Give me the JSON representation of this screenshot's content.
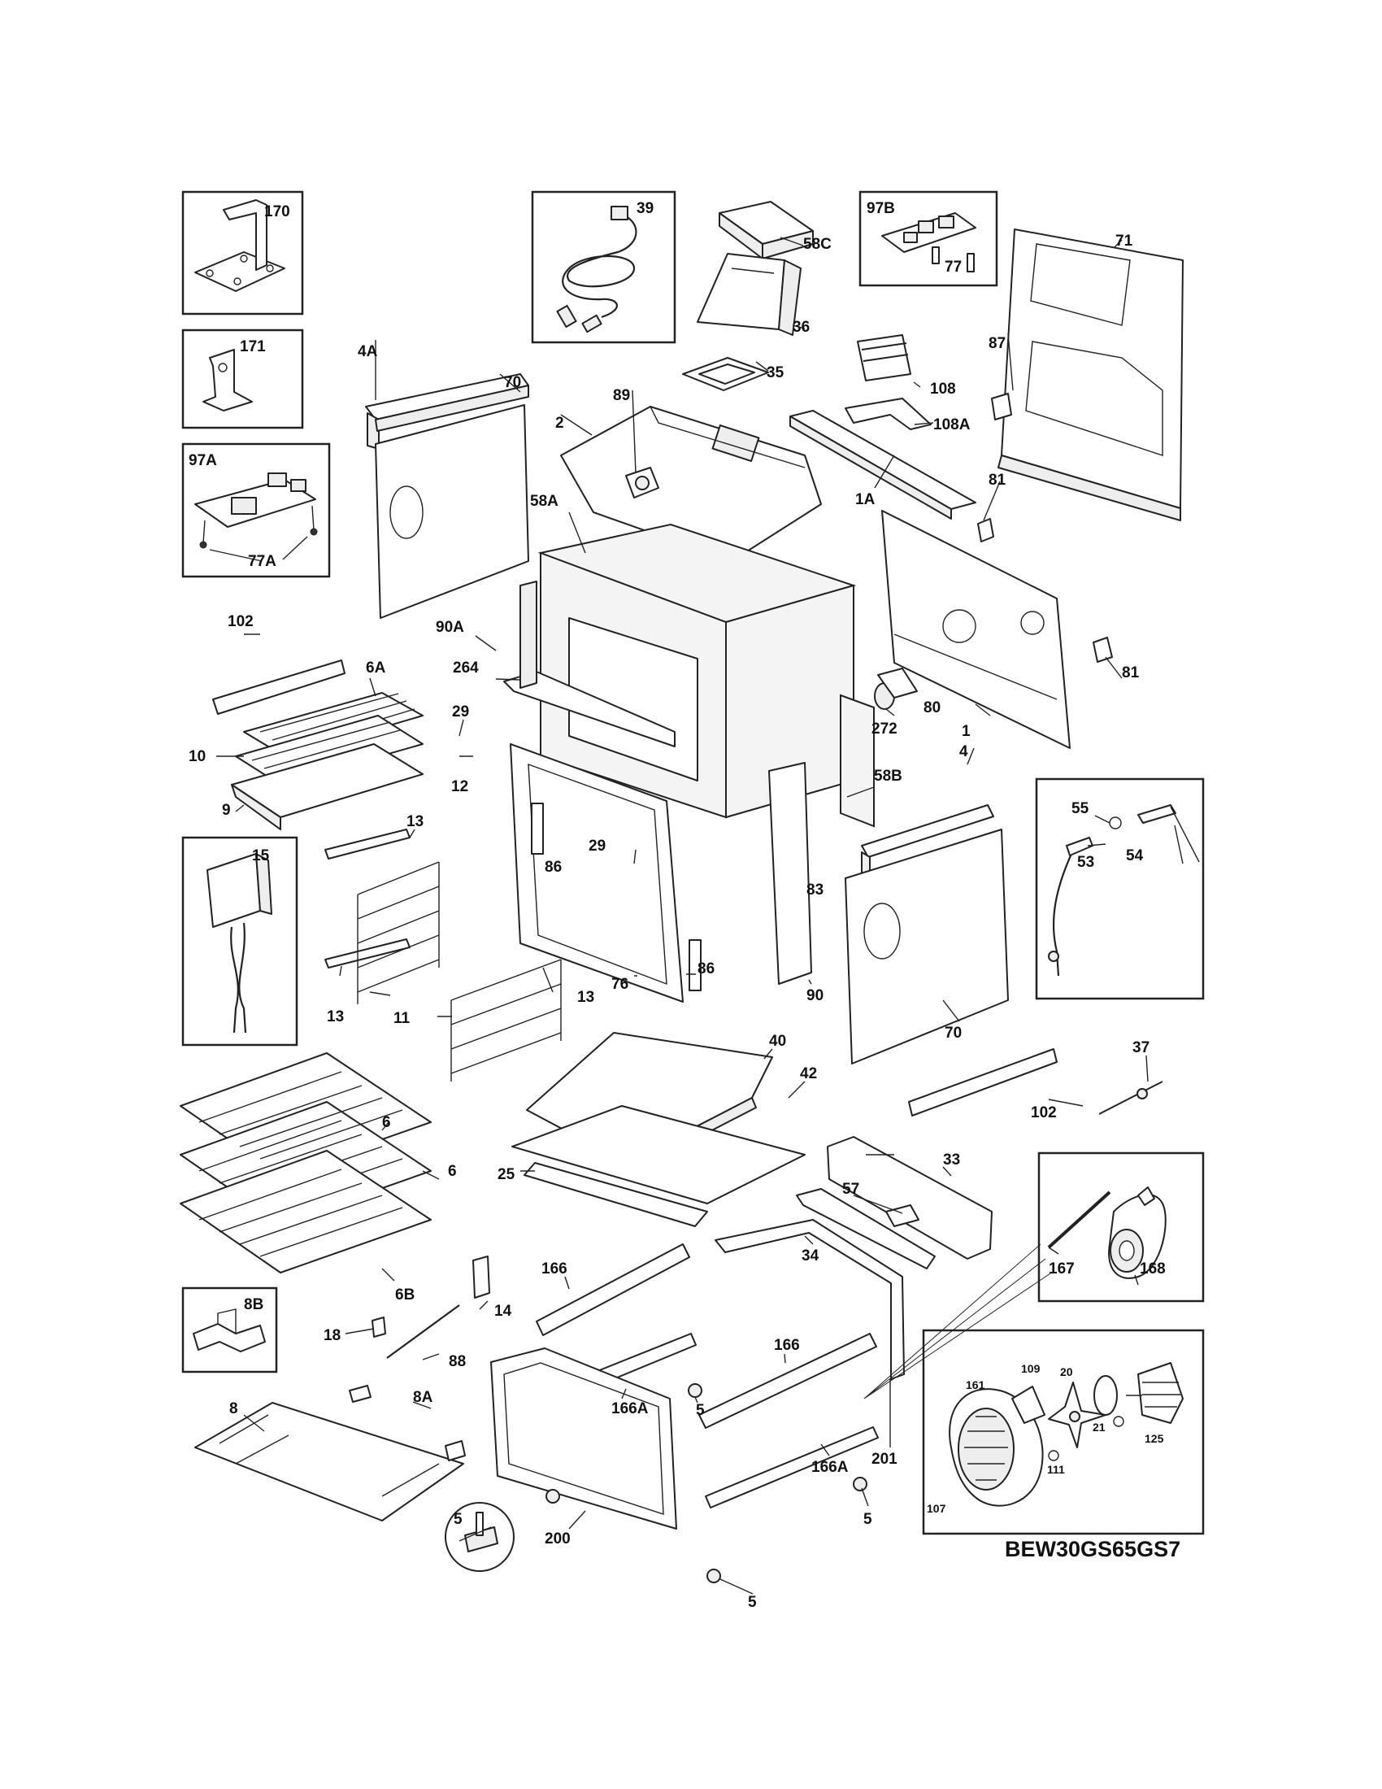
{
  "model_number": "BEW30GS65GS7",
  "callouts": {
    "p170": "170",
    "p171": "171",
    "p97A": "97A",
    "p77A": "77A",
    "p39": "39",
    "p58C": "58C",
    "p36": "36",
    "p97B": "97B",
    "p77": "77",
    "p71": "71",
    "p87": "87",
    "p4A": "4A",
    "p70a": "70",
    "p89": "89",
    "p2": "2",
    "p35": "35",
    "p108": "108",
    "p108A": "108A",
    "p1A": "1A",
    "p81a": "81",
    "p58A": "58A",
    "p102a": "102",
    "p90A": "90A",
    "p264": "264",
    "p6A": "6A",
    "p29a": "29",
    "p10": "10",
    "p12": "12",
    "p9": "9",
    "p15": "15",
    "p13a": "13",
    "p13b": "13",
    "p13c": "13",
    "p11": "11",
    "p86a": "86",
    "p29b": "29",
    "p86b": "86",
    "p76": "76",
    "p83": "83",
    "p90": "90",
    "p58B": "58B",
    "p272": "272",
    "p80": "80",
    "p1": "1",
    "p81b": "81",
    "p4": "4",
    "p55": "55",
    "p54": "54",
    "p53": "53",
    "p70b": "70",
    "p37": "37",
    "p102b": "102",
    "p40": "40",
    "p42": "42",
    "p25": "25",
    "p6a": "6",
    "p6b": "6",
    "p6B": "6B",
    "p33": "33",
    "p57": "57",
    "p34": "34",
    "p167": "167",
    "p168": "168",
    "p8B": "8B",
    "p14": "14",
    "p18": "18",
    "p88": "88",
    "p166a": "166",
    "p166b": "166",
    "p166Aa": "166A",
    "p166Ab": "166A",
    "p5a": "5",
    "p5b": "5",
    "p5c": "5",
    "p5d": "5",
    "p8": "8",
    "p8A": "8A",
    "p200": "200",
    "p201": "201",
    "p20": "20",
    "p109": "109",
    "p161": "161",
    "p21": "21",
    "p125": "125",
    "p111": "111",
    "p107": "107"
  }
}
